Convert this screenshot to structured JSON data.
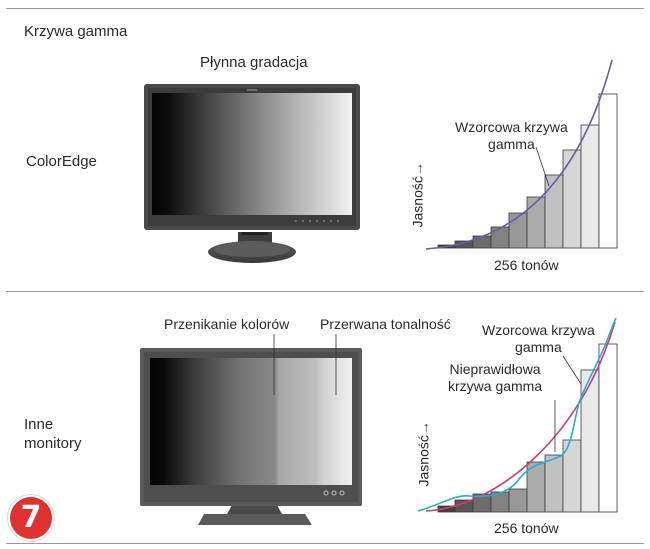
{
  "top": {
    "section_title": "Krzywa gamma",
    "caption_smooth": "Płynna gradacja",
    "monitor_label": "ColorEdge",
    "reference_curve_label": "Wzorcowa krzywa\ngamma",
    "axis_y": "Jasność→",
    "axis_x": "256 tonów"
  },
  "bottom": {
    "label_color_bleed": "Przenikanie kolorów",
    "label_broken_tone": "Przerwana tonalność",
    "monitor_label": "Inne\nmonitory",
    "reference_curve_label": "Wzorcowa krzywa\ngamma",
    "incorrect_curve_label": "Nieprawidłowa\nkrzywa gamma",
    "axis_y": "Jasność→",
    "axis_x": "256 tonów"
  },
  "badge": {
    "number": "7",
    "color": "#e03030"
  },
  "colors": {
    "reference_curve_top": "#6a5aa8",
    "reference_curve_bottom": "#d23a6a",
    "incorrect_curve": "#1eb0d8",
    "bezel": "#4a4a4a"
  }
}
